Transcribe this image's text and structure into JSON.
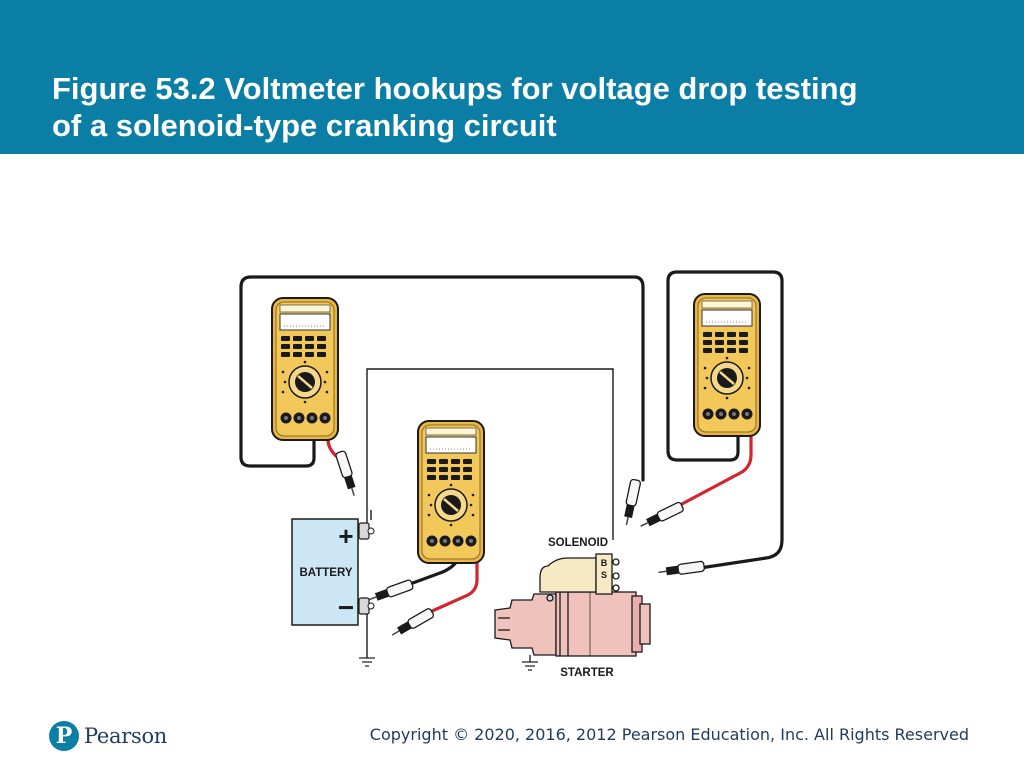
{
  "header": {
    "title_line1": "Figure 53.2 Voltmeter hookups for voltage drop testing",
    "title_line2": "of a solenoid-type cranking circuit",
    "background": "#0a7ea4"
  },
  "diagram": {
    "battery_label": "BATTERY",
    "battery_positive": "+",
    "battery_negative": "−",
    "solenoid_label": "SOLENOID",
    "solenoid_terminal_b": "B",
    "solenoid_terminal_s": "S",
    "starter_label": "STARTER",
    "meter_color": "#f2c85b",
    "red_lead_color": "#d2262e",
    "black_lead_color": "#1a1a1a",
    "battery_color": "#cde6f5",
    "starter_color": "#f0c2bc",
    "solenoid_color": "#f7e9c4"
  },
  "footer": {
    "logo_mark": "P",
    "logo_text": "Pearson",
    "copyright": "Copyright © 2020, 2016, 2012 Pearson Education, Inc. All Rights Reserved"
  }
}
